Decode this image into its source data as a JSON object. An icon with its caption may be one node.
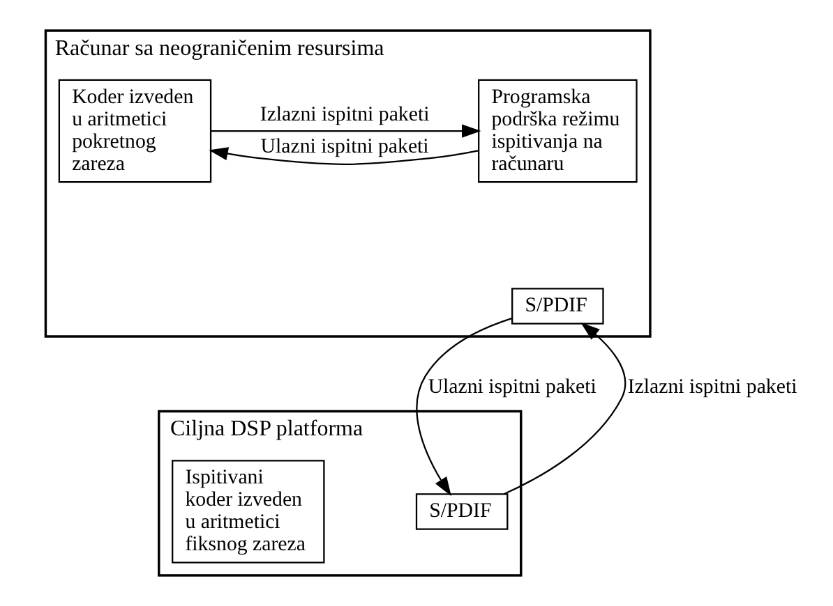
{
  "diagram": {
    "nodes": [
      {
        "text": [
          "Računar sa neograničenim resursima"
        ]
      },
      {
        "text": [
          "Programska podrška režimu ispitivanja na računaru"
        ],
        "in": 0
      },
      {
        "text": [
          "S/PDIF"
        ],
        "in": 0
      },
      {
        "text": [
          "Koder izveden u aritmetici pokretnog zareza"
        ],
        "in": 0
      },
      {
        "text": [
          "Ciljna DSP platforma"
        ]
      },
      {
        "text": [
          "S/PDIF"
        ],
        "in": 4
      },
      {
        "text": [
          "Ispitivani koder izveden u aritmetici fiksnog zareza"
        ],
        "in": 4
      }
    ],
    "edges": [
      {
        "from": 1,
        "to": 3,
        "arrow": "to",
        "label": "Ulazni ispitni paketi"
      },
      {
        "from": 3,
        "to": 1,
        "arrow": "to",
        "label": "Izlazni ispitni paketi"
      },
      {
        "from": 5,
        "to": 2,
        "arrow": "to",
        "label": "Izlazni ispitni paketi"
      },
      {
        "from": 2,
        "to": 5,
        "arrow": "to",
        "label": "Ulazni ispitni paketi"
      }
    ]
  }
}
